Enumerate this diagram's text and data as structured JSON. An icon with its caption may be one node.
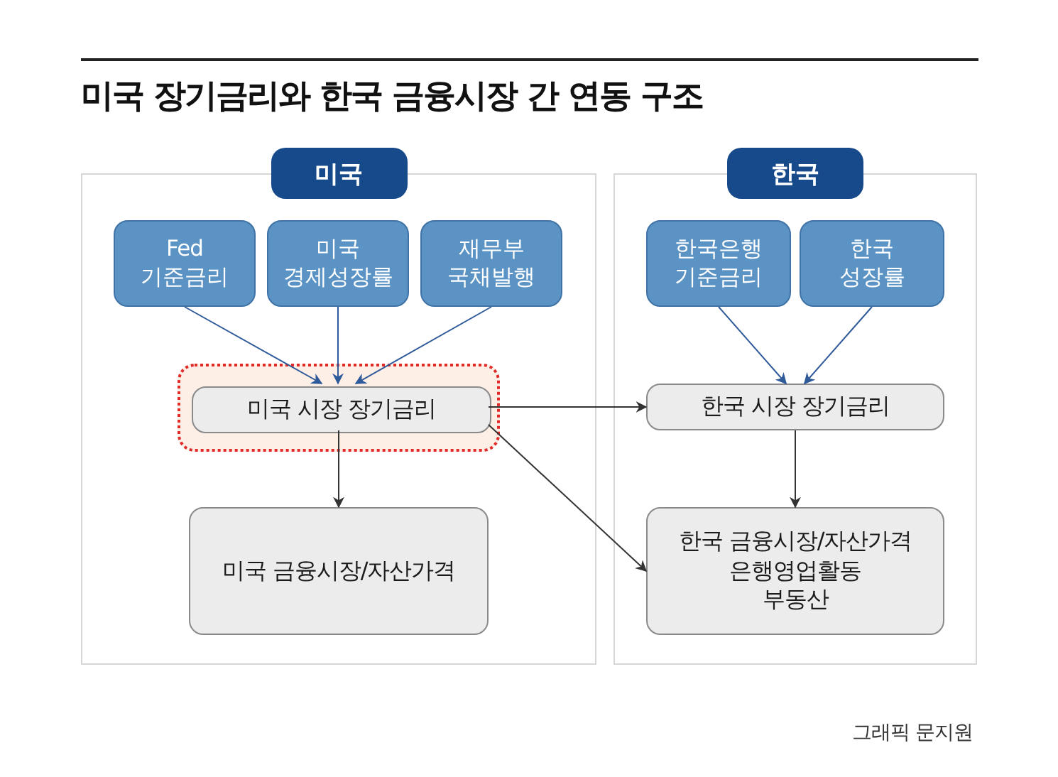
{
  "diagram": {
    "title": "미국 장기금리와 한국 금융시장 간 연동 구조",
    "nodes": [
      {
        "text": [
          "미국"
        ]
      },
      {
        "text": [
          "Fed 기준금리"
        ],
        "in": 0
      },
      {
        "text": [
          "미국 경제성장률"
        ],
        "in": 0
      },
      {
        "text": [
          "재무부 국채발행"
        ],
        "in": 0
      },
      {
        "text": [],
        "shape": "box",
        "in": 0
      },
      {
        "text": [
          "미국 시장 장기금리"
        ],
        "in": 4
      },
      {
        "text": [
          "미국 금융시장/자산가격"
        ],
        "in": 0
      },
      {
        "text": [
          "한국"
        ]
      },
      {
        "text": [
          "한국은행 기준금리"
        ],
        "in": 7
      },
      {
        "text": [
          "한국 성장률"
        ],
        "in": 7
      },
      {
        "text": [
          "한국 시장 장기금리"
        ],
        "in": 7
      },
      {
        "text": [
          "한국 금융시장/자산가격",
          "은행영업활동",
          "부동산"
        ],
        "in": 7
      }
    ],
    "edges": [
      {
        "from": 1,
        "to": 5,
        "arrow": "to"
      },
      {
        "from": 2,
        "to": 5,
        "arrow": "to"
      },
      {
        "from": 3,
        "to": 5,
        "arrow": "to"
      },
      {
        "from": 5,
        "to": 6,
        "arrow": "to",
        "color": "#333333"
      },
      {
        "from": 5,
        "to": 10,
        "arrow": "to",
        "color": "#333333"
      },
      {
        "from": 5,
        "to": 11,
        "arrow": "to",
        "color": "#333333"
      },
      {
        "from": 8,
        "to": 10,
        "arrow": "to"
      },
      {
        "from": 9,
        "to": 10,
        "arrow": "to"
      },
      {
        "from": 10,
        "to": 11,
        "arrow": "to",
        "color": "#333333"
      }
    ],
    "labels": [
      "그래픽 문지원"
    ]
  }
}
